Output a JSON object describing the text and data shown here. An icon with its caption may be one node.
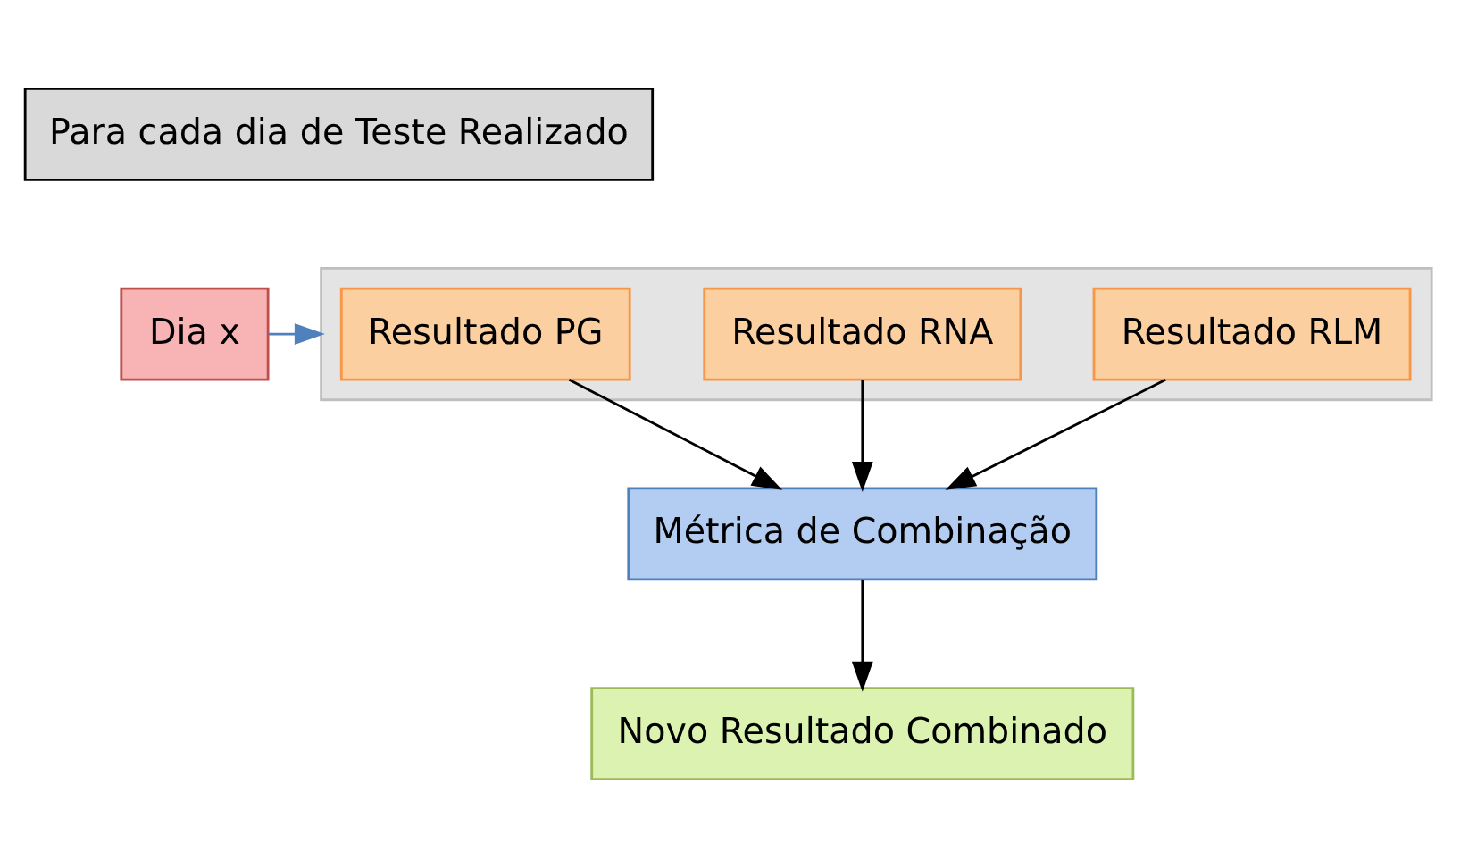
{
  "diagram": {
    "nodes": [
      {
        "text": [
          "Para cada dia de Teste Realizado"
        ]
      },
      {
        "text": [
          "Dia x"
        ]
      },
      {
        "text": [],
        "shape": "box"
      },
      {
        "text": [
          "Resultado PG"
        ],
        "in": 2
      },
      {
        "text": [
          "Resultado RNA"
        ],
        "in": 2
      },
      {
        "text": [
          "Resultado RLM"
        ],
        "in": 2
      },
      {
        "text": [
          "Métrica de Combinação"
        ]
      },
      {
        "text": [
          "Novo Resultado Combinado"
        ]
      }
    ],
    "edges": [
      {
        "from": 1,
        "to": 2,
        "arrow": "to",
        "color": "#4f81bd"
      },
      {
        "from": 3,
        "to": 6,
        "arrow": "to"
      },
      {
        "from": 4,
        "to": 6,
        "arrow": "to"
      },
      {
        "from": 5,
        "to": 6,
        "arrow": "to"
      },
      {
        "from": 6,
        "to": 7,
        "arrow": "to"
      }
    ]
  }
}
